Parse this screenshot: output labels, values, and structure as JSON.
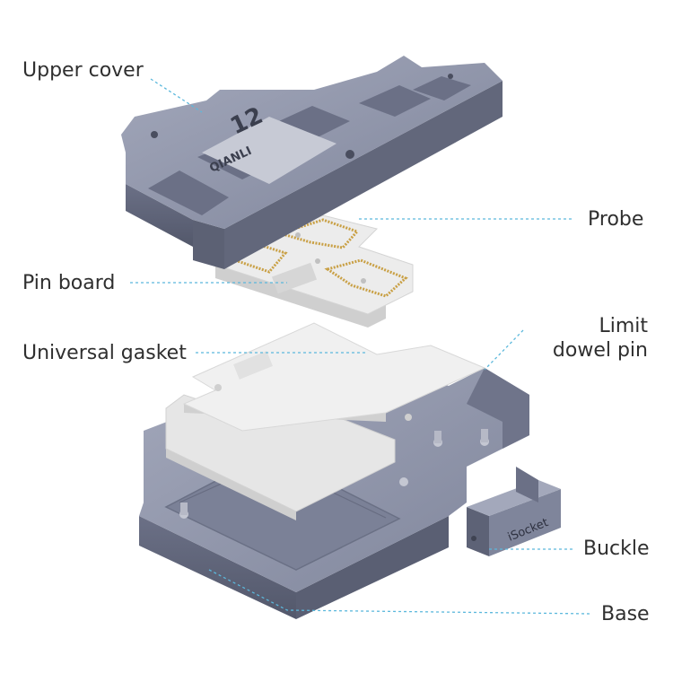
{
  "labels": {
    "upper_cover": "Upper cover",
    "probe": "Probe",
    "pin_board": "Pin board",
    "limit_dowel_pin_line1": "Limit",
    "limit_dowel_pin_line2": "dowel pin",
    "universal_gasket": "Universal gasket",
    "buckle": "Buckle",
    "base": "Base"
  },
  "product_marks": {
    "model": "12",
    "brand": "QIANLI",
    "socket": "iSocket"
  },
  "colors": {
    "metal": "#8a90a6",
    "metal_dark": "#5f6479",
    "gasket": "#eeeeee",
    "pin_board": "#e9e9e9",
    "pin_gold": "#c9a045",
    "leader_line": "#5bb8dc",
    "text": "#2f2f2f"
  }
}
